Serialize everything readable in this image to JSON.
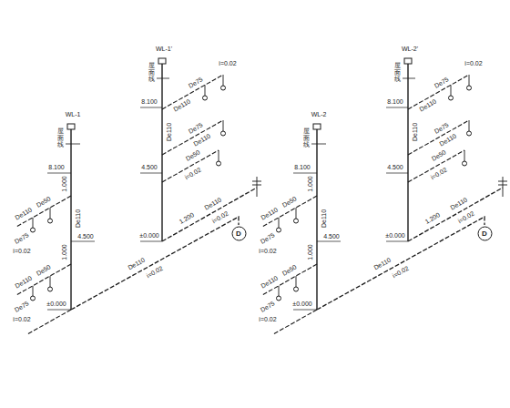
{
  "diagram": {
    "nodes": [
      {
        "text": [
          "D"
        ]
      },
      {
        "text": [
          "D"
        ]
      }
    ],
    "labels": [
      "WL-1",
      "屋面线",
      "De110",
      "8.100",
      "1.000",
      "De50",
      "De110",
      "De75",
      "i=0.02",
      "4.500",
      "1.000",
      "De50",
      "De110",
      "De75",
      "i=0.02",
      "±0.000",
      "1.200",
      "De110",
      "i=0.02",
      "WL-1'",
      "屋面线",
      "De110",
      "8.100",
      "De75",
      "i=0.02",
      "De110",
      "De75",
      "De110",
      "4.500",
      "De50",
      "i=0.02",
      "±0.000",
      "De110",
      "i=0.02",
      "WL-2",
      "屋面线",
      "De110",
      "8.100",
      "1.000",
      "De50",
      "De110",
      "De75",
      "i=0.02",
      "4.500",
      "1.000",
      "De50",
      "De110",
      "De75",
      "i=0.02",
      "±0.000",
      "1.200",
      "De110",
      "i=0.02",
      "WL-2'",
      "屋面线",
      "De110",
      "8.100",
      "De75",
      "i=0.02",
      "De110",
      "De75",
      "De110",
      "4.500",
      "De50",
      "i=0.02",
      "±0.000",
      "De110",
      "i=0.02"
    ]
  }
}
